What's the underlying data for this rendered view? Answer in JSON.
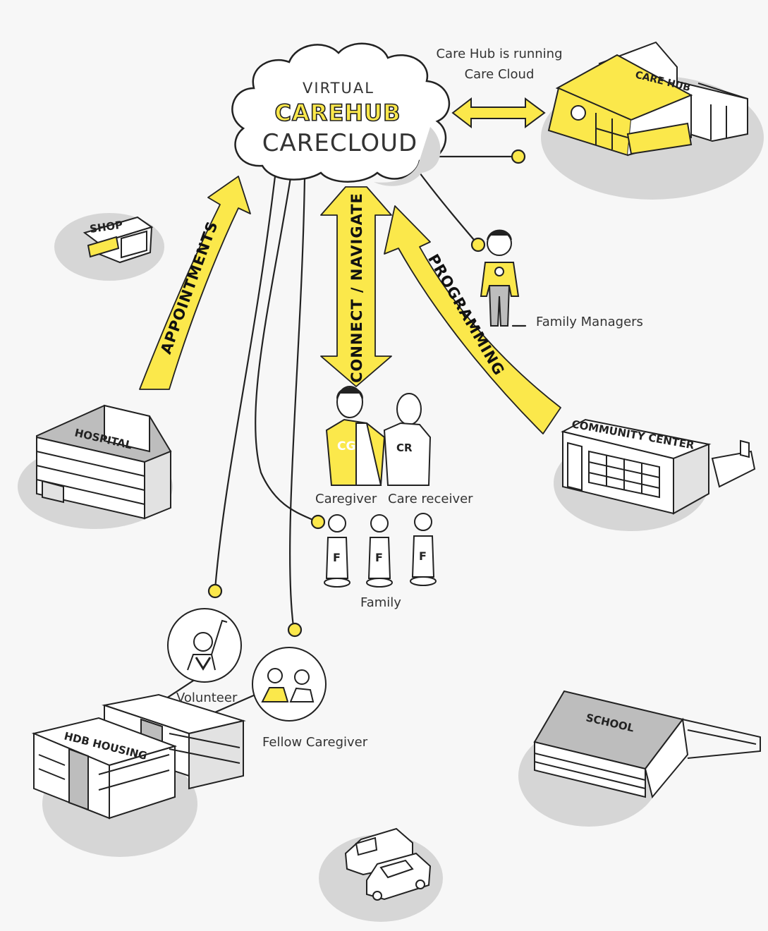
{
  "cloud": {
    "line1": "VIRTUAL",
    "line2": "CAREHUB",
    "line3": "CARECLOUD"
  },
  "carehub": {
    "caption": [
      "Care Hub is running",
      "Care Cloud"
    ],
    "sign": "CARE HUB"
  },
  "arrows": {
    "appointments": "APPOINTMENTS",
    "connect": "CONNECT / NAVIGATE",
    "programming": "PROGRAMMING"
  },
  "places": {
    "shop": "SHOP",
    "hospital": "HOSPITAL",
    "community": "COMMUNITY CENTER",
    "hdb": "HDB HOUSING",
    "school": "SCHOOL"
  },
  "people": {
    "family_managers": "Family Managers",
    "caregiver": "Caregiver",
    "care_receiver": "Care receiver",
    "cg_badge": "CG",
    "cr_badge": "CR",
    "family": "Family",
    "family_badge": "F",
    "volunteer": "Volunteer",
    "fellow_caregiver": "Fellow Caregiver"
  },
  "colors": {
    "accent": "#fbe84b",
    "ground": "#d6d6d6",
    "ink": "#222222"
  }
}
